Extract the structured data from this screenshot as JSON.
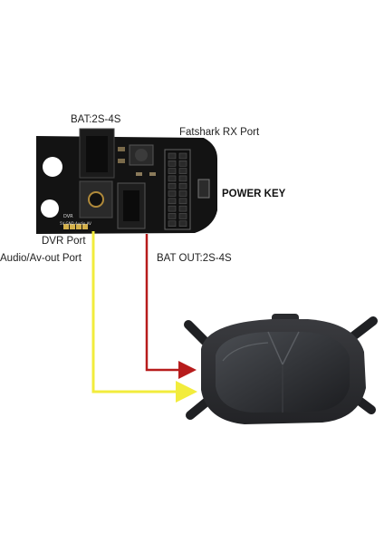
{
  "labels": {
    "bat_in": "BAT:2S-4S",
    "fatshark": "Fatshark RX Port",
    "power_key": "POWER KEY",
    "dvr_port": "DVR Port",
    "audio_av": "Audio/Av-out Port",
    "bat_out": "BAT OUT:2S-4S"
  },
  "board_print": {
    "line1": "DVR",
    "line2": "5V GND Audio AV"
  },
  "colors": {
    "wire_red": "#b71c1c",
    "wire_yellow": "#f5f04a",
    "board": "#121212",
    "goggle": "#2c2d30"
  }
}
